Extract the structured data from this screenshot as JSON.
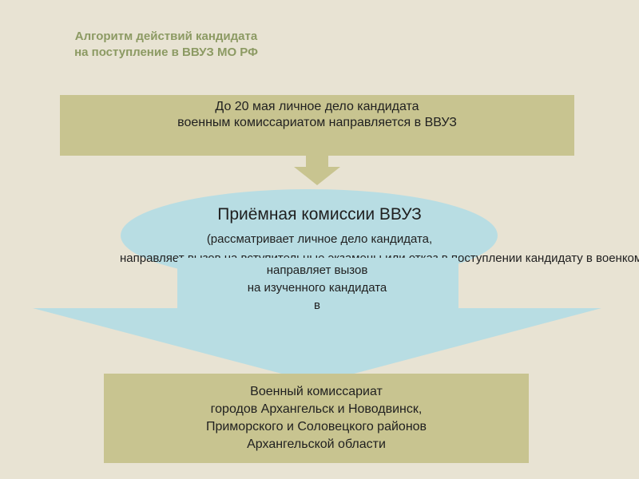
{
  "title": {
    "line1": "Алгоритм действий кандидата",
    "line2": "на поступление в ВВУЗ МО РФ"
  },
  "top_box": {
    "line1": "До 20 мая личное дело кандидата",
    "line2": "военным комиссариатом направляется  в ВВУЗ"
  },
  "commission": {
    "heading": "Приёмная комиссии ВВУЗ",
    "sub_line1": "(рассматривает личное дело кандидата,",
    "sub_line2": "направляет вызов на вступительные экзамены или отказ в поступлении кандидату в военкомат)"
  },
  "arrow_text": {
    "line1": "направляет вызов",
    "line2": "на изученного кандидата",
    "line3": "в"
  },
  "bottom_box": {
    "line1": "Военный комиссариат",
    "line2": "городов Архангельск и Новодвинск,",
    "line3": "Приморского и Соловецкого районов",
    "line4": "Архангельской области"
  },
  "colors": {
    "background": "#e8e3d3",
    "title": "#8c9a63",
    "box_fill": "#c8c490",
    "ellipse_fill": "#b8dde3"
  }
}
